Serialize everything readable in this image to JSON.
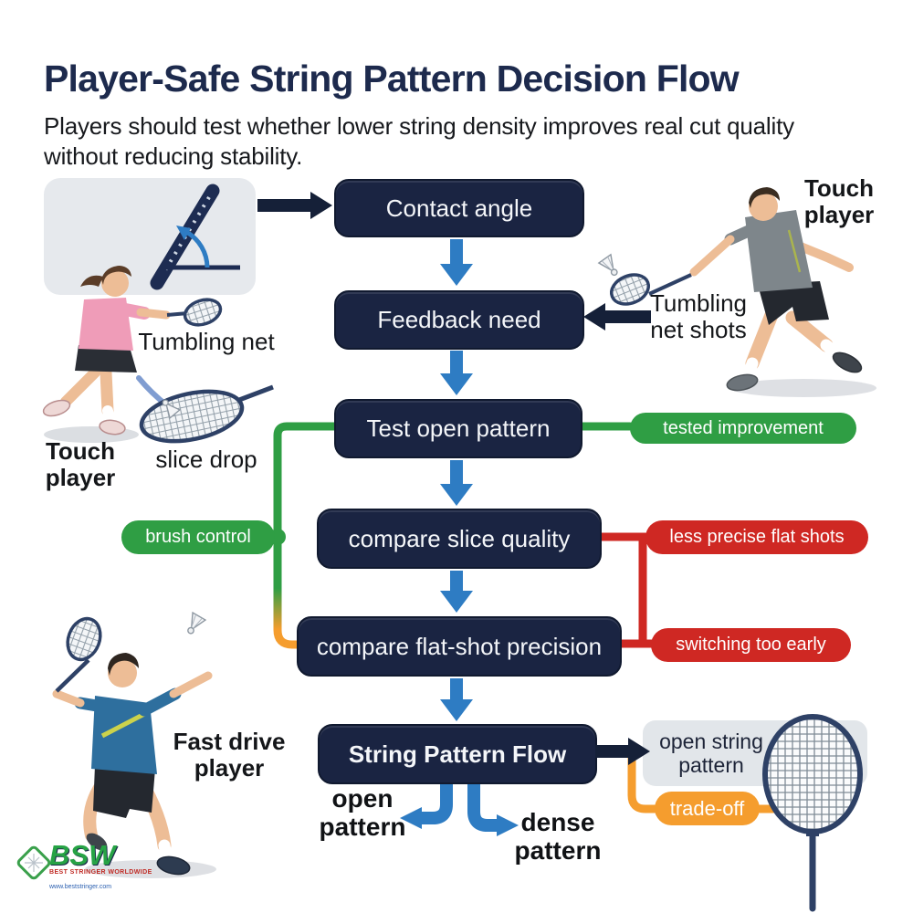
{
  "title": "Player-Safe String Pattern Decision Flow",
  "subtitle": "Players should test whether lower string density improves real cut quality without reducing stability.",
  "flow": {
    "nodes": [
      {
        "id": "contact-angle",
        "label": "Contact angle"
      },
      {
        "id": "feedback-need",
        "label": "Feedback need"
      },
      {
        "id": "test-open-pattern",
        "label": "Test open pattern"
      },
      {
        "id": "compare-slice-quality",
        "label": "compare slice quality"
      },
      {
        "id": "compare-flat-shot-precision",
        "label": "compare flat-shot precision"
      },
      {
        "id": "string-pattern-flow",
        "label": "String Pattern Flow"
      }
    ],
    "branches": {
      "left": "open pattern",
      "right": "dense pattern"
    }
  },
  "callouts": {
    "tested_improvement": {
      "label": "tested improvement",
      "color": "#2f9e44"
    },
    "brush_control": {
      "label": "brush control",
      "color": "#2f9e44"
    },
    "less_precise_flat_shots": {
      "label": "less precise flat shots",
      "color": "#cf2823"
    },
    "switching_too_early": {
      "label": "switching too early",
      "color": "#cf2823"
    },
    "open_string_pattern": {
      "label": "open string pattern",
      "color": "#e2e6ea"
    },
    "trade_off": {
      "label": "trade-off",
      "color": "#f59d2e"
    }
  },
  "annotations": {
    "tumbling_net": "Tumbling net",
    "touch_player_left": "Touch player",
    "slice_drop": "slice drop",
    "touch_player_right": "Touch player",
    "tumbling_net_shots": "Tumbling net shots",
    "fast_drive_player": "Fast drive player"
  },
  "logo": {
    "name": "BSW",
    "tagline": "BEST STRINGER WORLDWIDE",
    "url": "www.beststringer.com"
  },
  "colors": {
    "node_bg": "#1a2442",
    "arrow_blue": "#2e7cc3",
    "arrow_navy": "#152038",
    "green": "#2f9e44",
    "red": "#cf2823",
    "orange": "#f59d2e",
    "panel_gray": "#e6e9ed",
    "title_navy": "#1d2a4d"
  }
}
